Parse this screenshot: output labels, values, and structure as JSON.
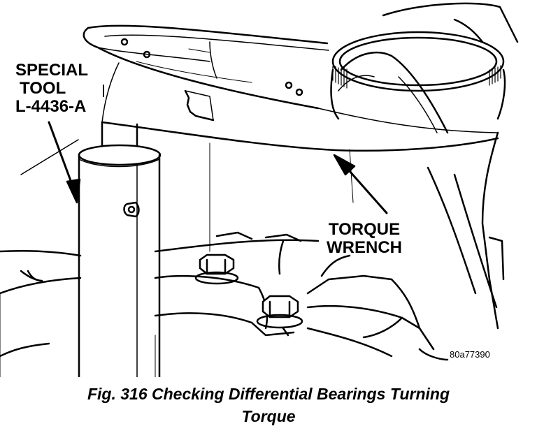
{
  "labels": {
    "special_tool": [
      "SPECIAL",
      "TOOL",
      "L-4436-A"
    ],
    "torque_wrench": [
      "TORQUE",
      "WRENCH"
    ]
  },
  "figure_code": "80a77390",
  "caption": {
    "line1": "Fig. 316 Checking Differential Bearings Turning",
    "line2": "Torque"
  }
}
